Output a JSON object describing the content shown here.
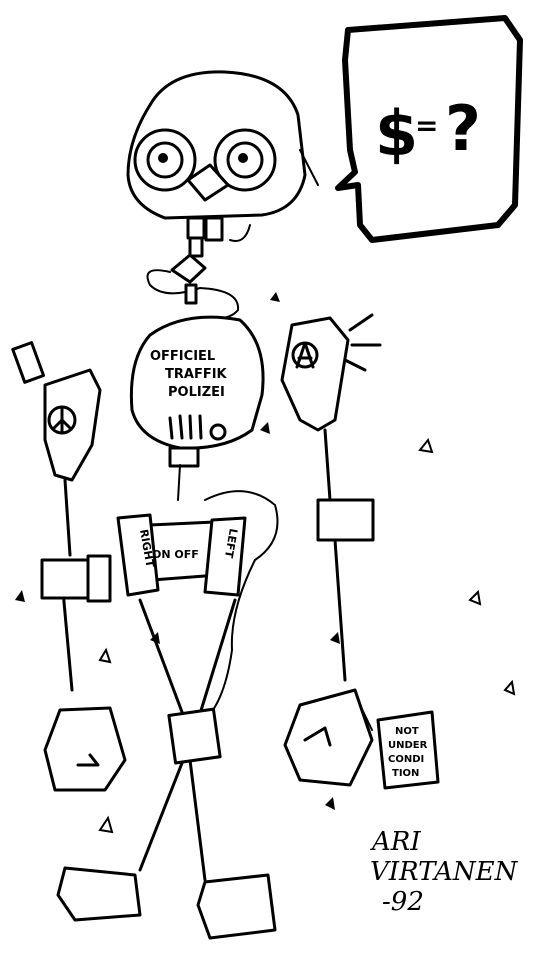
{
  "speech_bubble": {
    "text_dollar": "$",
    "text_equals": "=",
    "text_question": "?"
  },
  "chest_label": {
    "line1": "OFFICIEL",
    "line2": "TRAFFIK",
    "line3": "POLIZEI"
  },
  "control_box": {
    "right": "RIGHT",
    "center": "ON OFF",
    "left": "LEFT"
  },
  "tag": {
    "line1": "NOT",
    "line2": "UNDER",
    "line3": "CONDI",
    "line4": "TION"
  },
  "signature": {
    "line1": "ARI",
    "line2": "VIRTANEN",
    "line3": "-92"
  },
  "icons": {
    "peace": "peace-symbol-icon",
    "anarchy": "anarchy-symbol-icon"
  }
}
